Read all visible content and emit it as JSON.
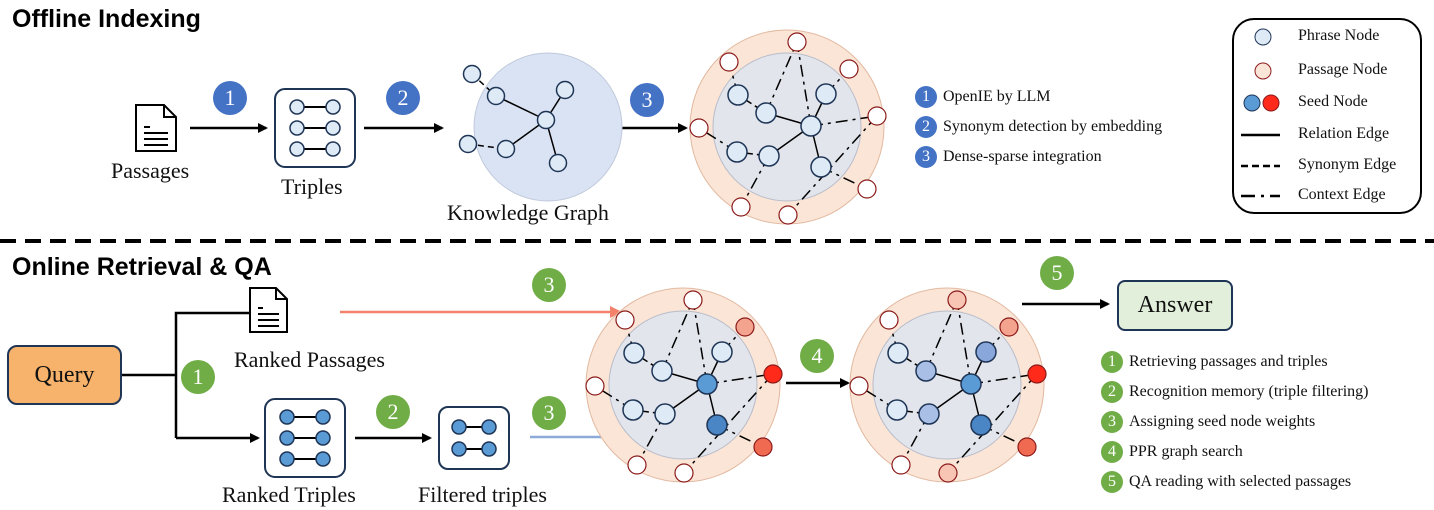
{
  "sections": {
    "offline_title": "Offline Indexing",
    "online_title": "Online Retrieval & QA"
  },
  "offline": {
    "passages_label": "Passages",
    "triples_label": "Triples",
    "kg_label": "Knowledge Graph",
    "badges": [
      "1",
      "2",
      "3"
    ],
    "steps": [
      {
        "num": "1",
        "text": "OpenIE by LLM"
      },
      {
        "num": "2",
        "text": "Synonym detection by embedding"
      },
      {
        "num": "3",
        "text": "Dense-sparse integration"
      }
    ]
  },
  "legend": {
    "items": [
      {
        "icon": "phrase-node",
        "text": "Phrase Node"
      },
      {
        "icon": "passage-node",
        "text": "Passage Node"
      },
      {
        "icon": "seed-node",
        "text": "Seed Node"
      },
      {
        "icon": "relation-edge",
        "text": "Relation Edge"
      },
      {
        "icon": "synonym-edge",
        "text": "Synonym Edge"
      },
      {
        "icon": "context-edge",
        "text": "Context Edge"
      }
    ]
  },
  "online": {
    "query_label": "Query",
    "ranked_passages_label": "Ranked Passages",
    "ranked_triples_label": "Ranked Triples",
    "filtered_triples_label": "Filtered triples",
    "answer_label": "Answer",
    "badges": {
      "b1": "1",
      "b2": "2",
      "b3a": "3",
      "b3b": "3",
      "b4": "4",
      "b5": "5"
    },
    "steps": [
      {
        "num": "1",
        "text": "Retrieving passages and triples"
      },
      {
        "num": "2",
        "text": "Recognition memory (triple filtering)"
      },
      {
        "num": "3",
        "text": "Assigning seed node weights"
      },
      {
        "num": "4",
        "text": "PPR graph search"
      },
      {
        "num": "5",
        "text": "QA reading with selected passages"
      }
    ]
  },
  "colors": {
    "step_blue": "#4472c4",
    "step_green": "#70ad47",
    "phrase_node": "#deebf7",
    "passage_node": "#fbe5d6",
    "seed_blue": "#5b9bd5",
    "seed_red": "#ff2a1a",
    "query_fill": "#f7b26b",
    "answer_fill": "#e2efda",
    "passage_arrow": "#f4826a",
    "triple_arrow": "#8eaadb"
  }
}
